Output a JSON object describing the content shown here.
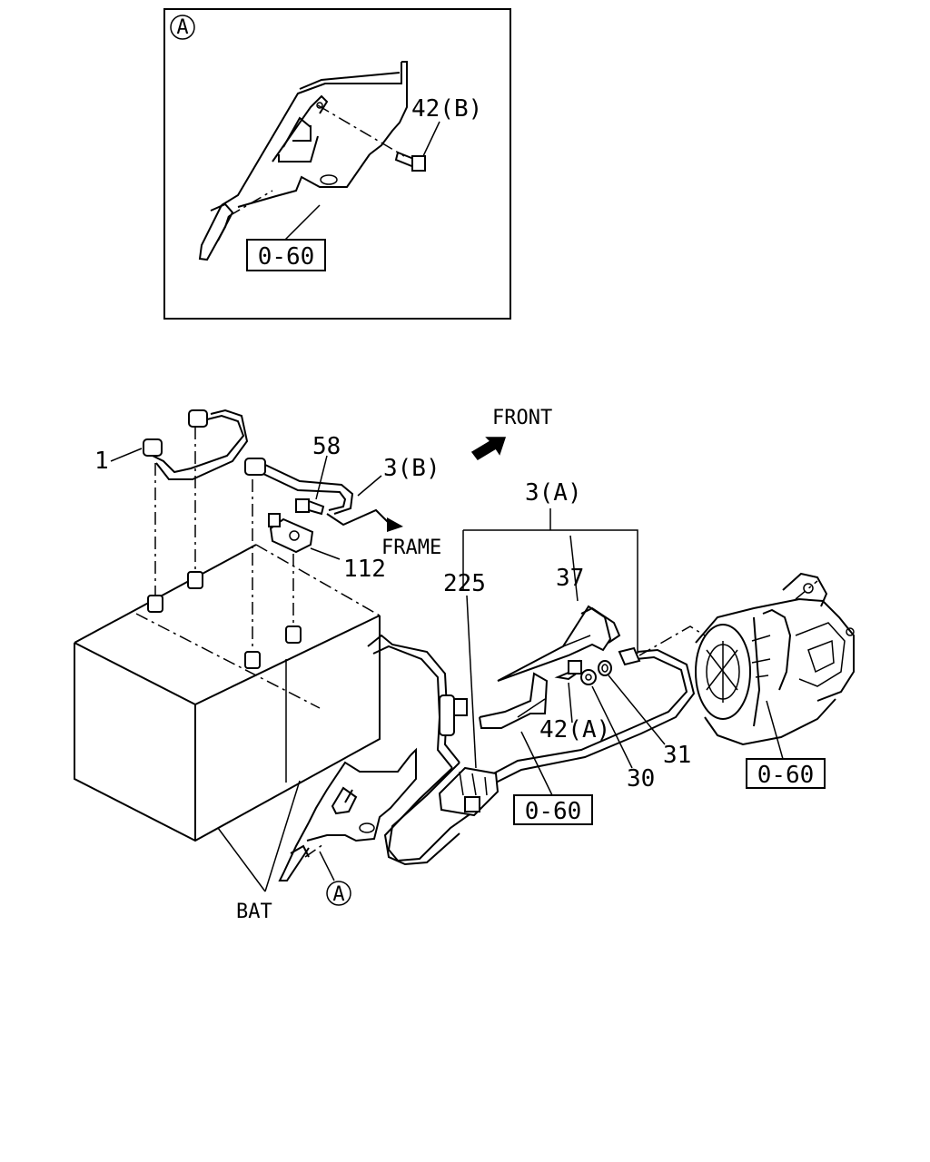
{
  "detail": {
    "marker": "A",
    "callout_42b": "42(B)",
    "ref_box": "0-60"
  },
  "main": {
    "front_label": "FRONT",
    "frame_label": "FRAME",
    "callouts": {
      "c1": "1",
      "c58": "58",
      "c3b": "3(B)",
      "c3a": "3(A)",
      "c112": "112",
      "c225": "225",
      "c37": "37",
      "c42a": "42(A)",
      "c30": "30",
      "c31": "31"
    },
    "ref_boxes": {
      "bracket": "0-60",
      "starter": "0-60"
    },
    "bat_label": "BAT",
    "marker_a": "A"
  }
}
